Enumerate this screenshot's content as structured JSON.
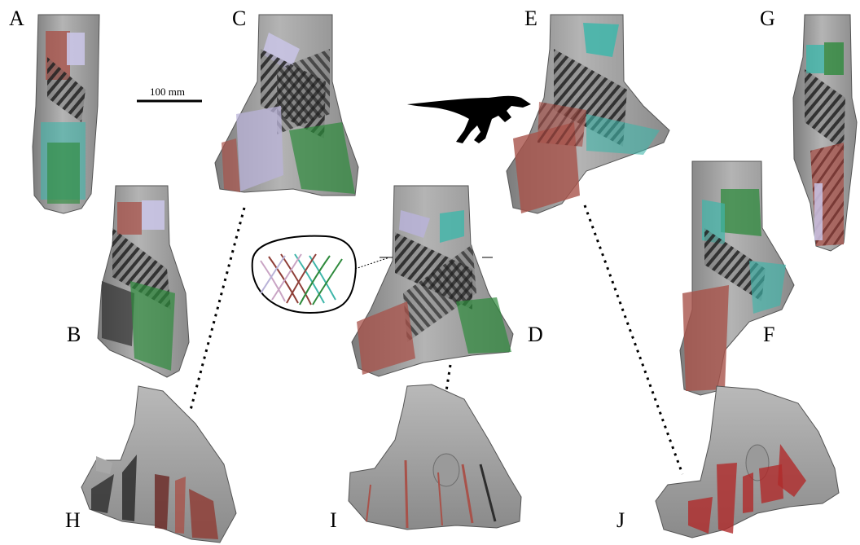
{
  "figure": {
    "panel_labels": [
      "A",
      "B",
      "C",
      "D",
      "E",
      "F",
      "G",
      "H",
      "I",
      "J"
    ],
    "scale_bar_label": "100 mm"
  },
  "colors": {
    "bone": "#9b9b9b",
    "bone_light": "#b7b7b7",
    "bone_dark": "#6f6f6f",
    "red": "#a8524a",
    "green": "#2e8a3c",
    "cyan": "#3fb6aa",
    "lavender": "#b9b3d8",
    "dark": "#2d2d2d",
    "pink_line": "#c9a4c4"
  },
  "icons": {
    "silhouette": "theropod-silhouette-icon",
    "trabecular_map": "trabecular-orientation-diagram-icon"
  }
}
